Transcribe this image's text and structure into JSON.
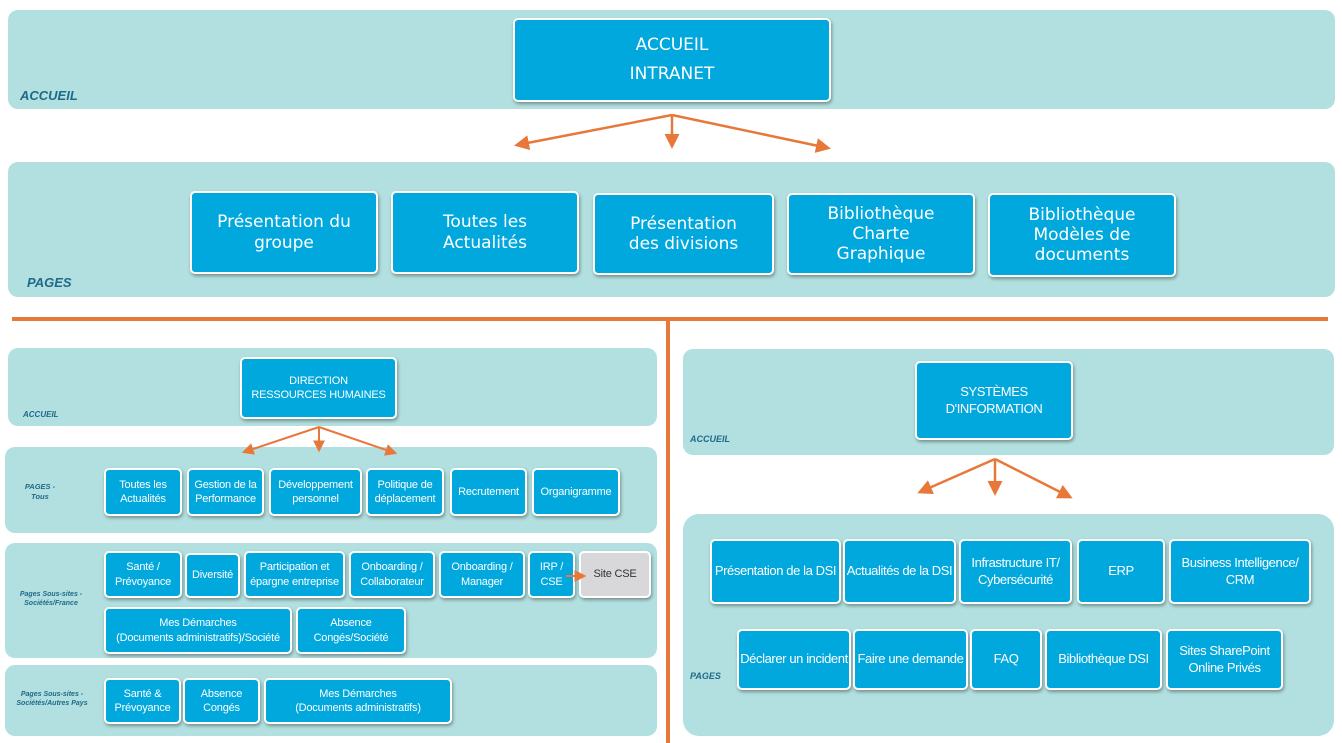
{
  "top": {
    "accueil_label": "ACCUEIL",
    "pages_label": "PAGES",
    "home_box": "ACCUEIL\nINTRANET",
    "pages": [
      "Présentation du\ngroupe",
      "Toutes les\nActualités",
      "Présentation\ndes divisions",
      "Bibliothèque\nCharte\nGraphique",
      "Bibliothèque\nModèles de\ndocuments"
    ]
  },
  "rh": {
    "accueil_label": "ACCUEIL",
    "home_box": "DIRECTION\nRESSOURCES HUMAINES",
    "tous_label": "PAGES -\nTous",
    "tous_pages": [
      "Toutes les\nActualités",
      "Gestion de la\nPerformance",
      "Développement\npersonnel",
      "Politique de\ndéplacement",
      "Recrutement",
      "Organigramme"
    ],
    "france_label": "Pages Sous-sites  -\nSociétés/France",
    "france_pages": [
      "Santé /\nPrévoyance",
      "Diversité",
      "Participation et\népargne entreprise",
      "Onboarding /\nCollaborateur",
      "Onboarding /\nManager",
      "IRP /\nCSE"
    ],
    "site_cse": "Site CSE",
    "france_pages_row2": [
      "Mes Démarches\n(Documents administratifs)/Société",
      "Absence\nCongés/Société"
    ],
    "autres_label": "Pages Sous-sites -\nSociétés/Autres Pays",
    "autres_pages": [
      "Santé &\nPrévoyance",
      "Absence\nCongés",
      "Mes Démarches\n(Documents administratifs)"
    ]
  },
  "si": {
    "accueil_label": "ACCUEIL",
    "home_box": "SYSTÈMES D'INFORMATION",
    "pages_label": "PAGES",
    "pages_row1": [
      "Présentation de la DSI",
      "Actualités de la DSI",
      "Infrastructure IT/\nCybersécurité",
      "ERP",
      "Business Intelligence/\nCRM"
    ],
    "pages_row2": [
      "Déclarer un incident",
      "Faire une demande",
      "FAQ",
      "Bibliothèque DSI",
      "Sites SharePoint\nOnline Privés"
    ]
  },
  "colors": {
    "band": "#b2dfdf",
    "box": "#00a8de",
    "arrow": "#e8783a",
    "label": "#1e6a8a",
    "grey_box": "#d8d8da"
  }
}
